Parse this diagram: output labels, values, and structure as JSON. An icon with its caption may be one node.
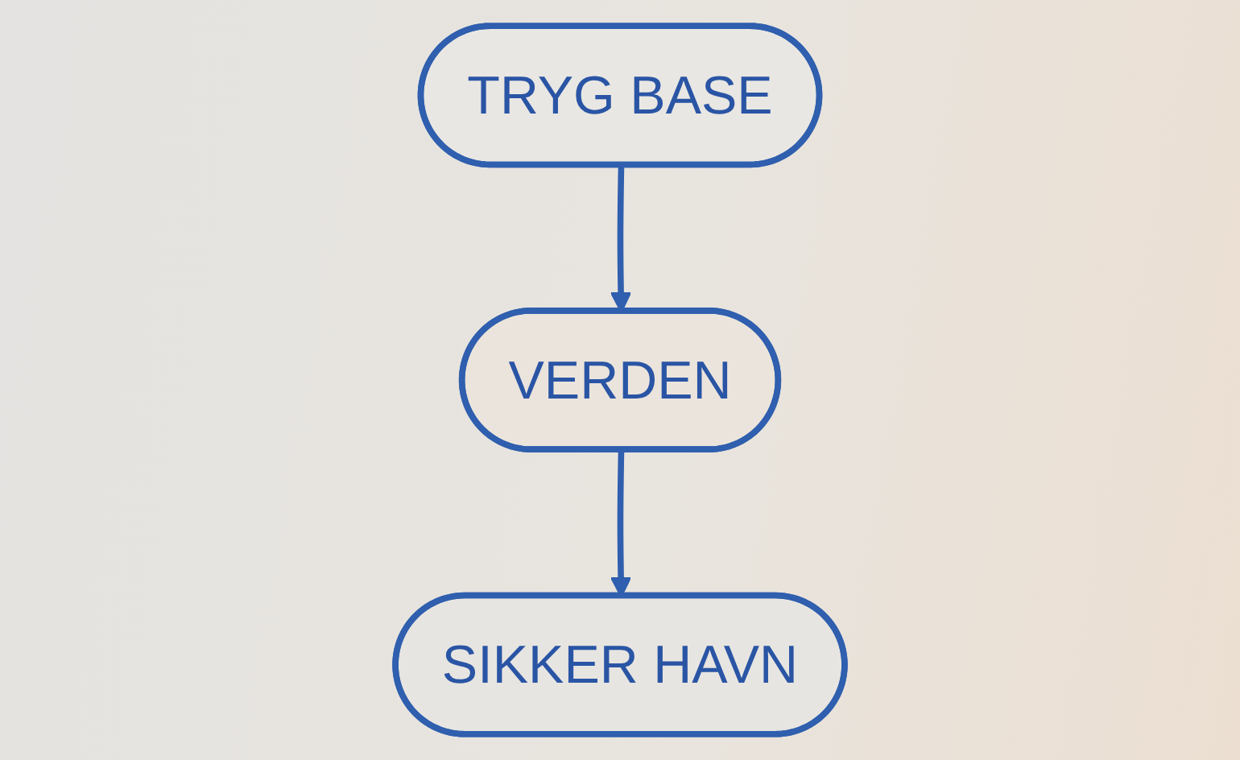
{
  "diagram": {
    "nodes": [
      {
        "text": [
          "TRYG BASE"
        ]
      },
      {
        "text": [
          "SIKKER HAVN"
        ]
      },
      {
        "text": [
          "VERDEN"
        ]
      }
    ],
    "edges": [
      {
        "from": 0,
        "to": 2,
        "arrow": "to"
      },
      {
        "from": 2,
        "to": 1,
        "arrow": "to"
      }
    ]
  }
}
